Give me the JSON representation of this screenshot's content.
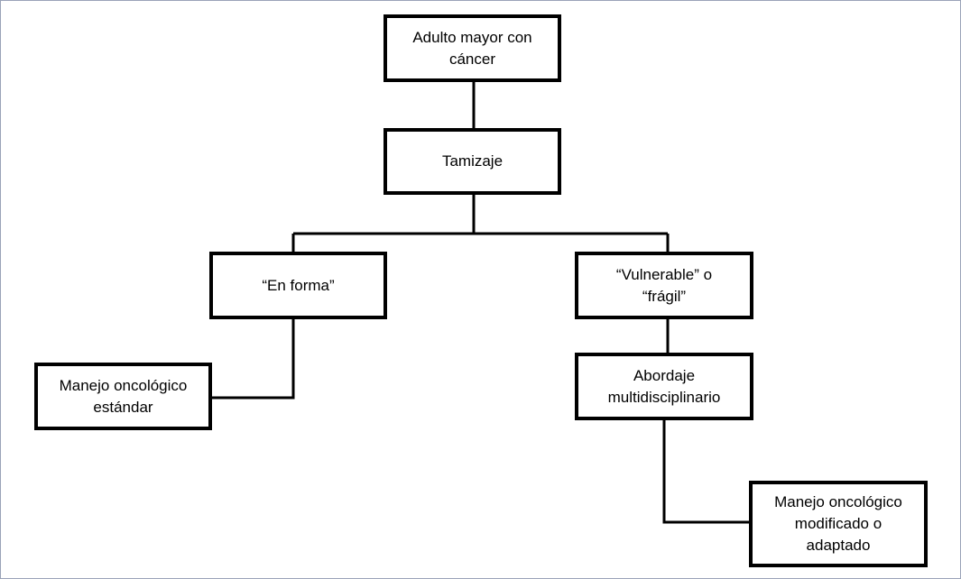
{
  "diagram": {
    "nodes": {
      "root": "Adulto mayor con\ncáncer",
      "screening": "Tamizaje",
      "fit": "“En forma”",
      "vulnerable": "“Vulnerable” o\n“frágil”",
      "multidisciplinary": "Abordaje\nmultidisciplinario",
      "standard": "Manejo oncológico\nestándar",
      "modified": "Manejo oncológico\nmodificado o\nadaptado"
    },
    "edges": [
      [
        "root",
        "screening"
      ],
      [
        "screening",
        "fit"
      ],
      [
        "screening",
        "vulnerable"
      ],
      [
        "fit",
        "standard"
      ],
      [
        "vulnerable",
        "multidisciplinary"
      ],
      [
        "multidisciplinary",
        "modified"
      ]
    ],
    "colors": {
      "line": "#000000",
      "box_border": "#000000",
      "frame": "#9aa3b8"
    }
  }
}
